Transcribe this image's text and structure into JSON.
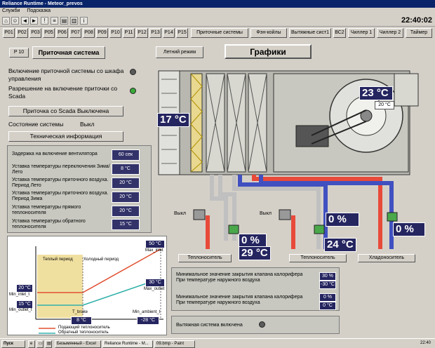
{
  "window": {
    "title": "Reliance Runtime - Meteor_prevos"
  },
  "menu": {
    "items": [
      "Служби",
      "Подсказка"
    ]
  },
  "clock": "22:40:02",
  "nav": {
    "buttons": [
      "P01",
      "P02",
      "P03",
      "P05",
      "P06",
      "P07",
      "P08",
      "P09",
      "P10",
      "P11",
      "P12",
      "P13",
      "P14",
      "P15",
      "Приточные системы",
      "Фэн-койлы",
      "Вытяжные сист1",
      "ВС2",
      "Чиллер 1",
      "Чиллер 2",
      "Таймер"
    ]
  },
  "header": {
    "code": "P 10",
    "system": "Приточная система",
    "mode": "Летний режим",
    "graphs_button": "Графики"
  },
  "control": {
    "scada_enable_label": "Включение приточной системы со шкафа управления",
    "permission_label": "Разрешение на включение приточки со Scada",
    "scada_button": "Приточка со Scada Выключена",
    "state_label": "Состояние системы",
    "state_value": "Выкл",
    "tech_button": "Техническая информация",
    "led_colors": {
      "scada": "#5a5a5a",
      "permission": "#3aaa3a"
    }
  },
  "settings": [
    {
      "label": "Задержка на включение вентилятора",
      "value": "60 сек"
    },
    {
      "label": "Уставка температуры переключения Зима/Лето",
      "value": "8 °C"
    },
    {
      "label": "Уставка температуры приточного воздуха. Период Лето",
      "value": "20 °C"
    },
    {
      "label": "Уставка температуры приточного воздуха. Период Зима",
      "value": "20 °C"
    },
    {
      "label": "Уставка температуры прямого теплоносителя",
      "value": "20 °C"
    },
    {
      "label": "Уставка температуры обратного теплоносителя",
      "value": "15 °C"
    }
  ],
  "curve": {
    "warm_period": "Теплый период",
    "cold_period": "Холодный период",
    "max_inlet": "Max_inlet",
    "max_inlet_val": "50 °C",
    "max_outlet": "Max_outlet",
    "max_outlet_val": "30 °C",
    "min_inlet": "Min_inlet_t",
    "min_inlet_val": "20 °C",
    "min_outlet": "Min_outlet_t",
    "min_outlet_val": "15 °C",
    "t_brake": "T_brake",
    "t_brake_val": "8 °C",
    "min_ambient": "Min_ambient_t",
    "min_ambient_val": "-28 °C",
    "legend_supply": "Подающий теплоноситель",
    "legend_return": "Обратный теплоноситель",
    "colors": {
      "supply": "#e05030",
      "return": "#30b0a8",
      "warm": "#f0e0a0"
    }
  },
  "plant": {
    "outdoor_temp": "17 °C",
    "supply_temp": "23 °C",
    "supply_sub": "20 °C",
    "heater_valve": "0 %",
    "heater_temp": "29 °C",
    "heater_state": "Выкл",
    "heater2_state": "Выкл",
    "reheat_valve": "0 %",
    "reheat_temp": "24 °C",
    "cooler_valve": "0 %",
    "label_heat1": "Теплоноситель",
    "label_heat2": "Теплоноситель",
    "label_cool": "Хладоноситель",
    "colors": {
      "hot": "#e84a3a",
      "cold": "#4050c0",
      "grey": "#c0c0c0"
    }
  },
  "valve_limits": {
    "row1_label": "Минимальное значение закрытия клапана калорифера",
    "row1_sub": "При температуре наружного воздуха",
    "row1_val": "30 %",
    "row1_temp": "-30 °C",
    "row2_label": "Минимальное значение закрытия клапана калорифера",
    "row2_sub": "При температуре наружного воздуха",
    "row2_val": "0 %",
    "row2_temp": "0 °C"
  },
  "exhaust": {
    "label": "Вытяжная система включена"
  },
  "taskbar": {
    "start": "Пуск",
    "items": [
      "Безымянный - Excel",
      "Reliance Runtime - M...",
      "09.bmp - Paint"
    ],
    "clock": "22:40"
  }
}
